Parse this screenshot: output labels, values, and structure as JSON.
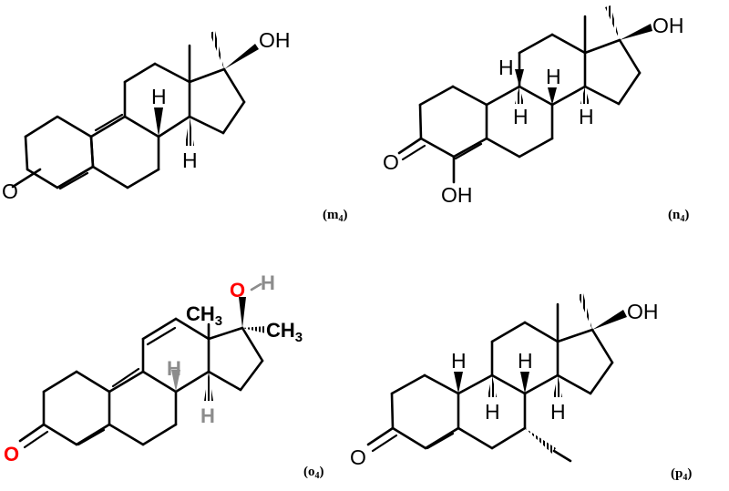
{
  "structures": [
    {
      "id": "m4",
      "label": {
        "main": "(m",
        "sub": "4",
        "close": ")"
      },
      "atoms": {
        "oxygen": "O",
        "hydroxyl": "OH",
        "hydrogen": "H"
      }
    },
    {
      "id": "n4",
      "label": {
        "main": "(n",
        "sub": "4",
        "close": ")"
      },
      "atoms": {
        "oxygen": "O",
        "hydroxyl": "OH",
        "hydroxyl2": "OH",
        "hydrogen": "H"
      }
    },
    {
      "id": "o4",
      "label": {
        "main": "(o",
        "sub": "4",
        "close": ")"
      },
      "atoms": {
        "oxygen": "O",
        "hydroxyl_o": "O",
        "hydroxyl_h": "H",
        "methyl": "CH",
        "methyl_sub": "3",
        "hydrogen": "H"
      }
    },
    {
      "id": "p4",
      "label": {
        "main": "(p",
        "sub": "4",
        "close": ")"
      },
      "atoms": {
        "oxygen": "O",
        "hydroxyl": "OH",
        "hydrogen": "H"
      }
    }
  ],
  "colors": {
    "bond": "#000000",
    "oxygen_highlight": "#ff0000",
    "hydrogen_highlight": "#8c8c8c"
  }
}
